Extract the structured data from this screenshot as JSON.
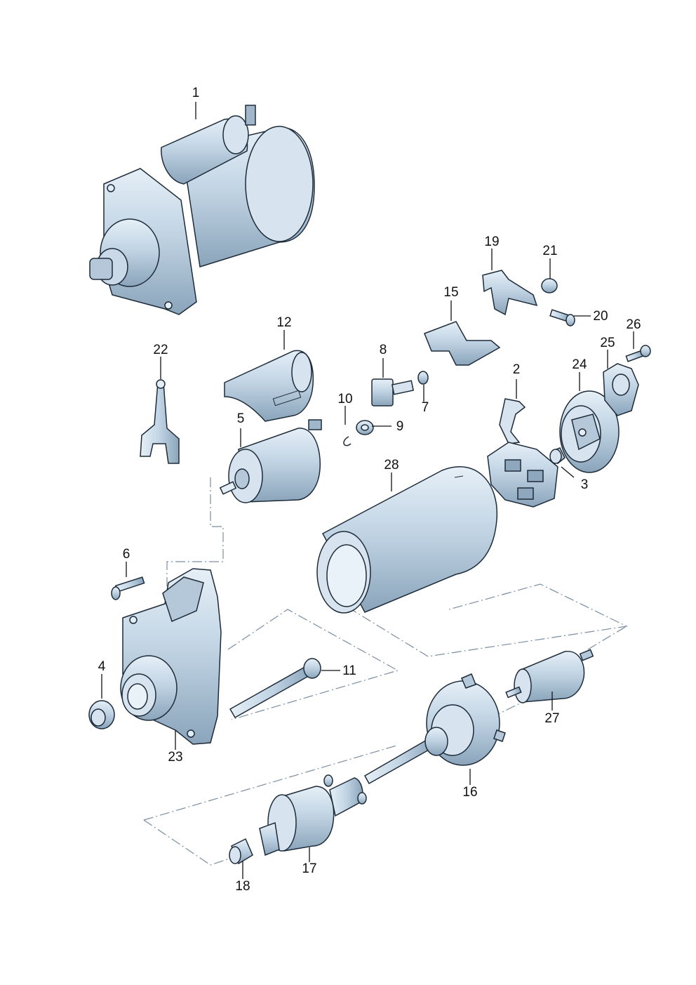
{
  "diagram": {
    "colors": {
      "part_fill": "#c3d5e5",
      "part_light": "#e3edf6",
      "part_dark": "#8ea7bd",
      "outline": "#1d2b39",
      "guide_line": "#7a8ea2"
    },
    "callouts": [
      {
        "id": "1",
        "label": "1"
      },
      {
        "id": "2",
        "label": "2"
      },
      {
        "id": "3",
        "label": "3"
      },
      {
        "id": "4",
        "label": "4"
      },
      {
        "id": "5",
        "label": "5"
      },
      {
        "id": "6",
        "label": "6"
      },
      {
        "id": "7",
        "label": "7"
      },
      {
        "id": "8",
        "label": "8"
      },
      {
        "id": "9",
        "label": "9"
      },
      {
        "id": "10",
        "label": "10"
      },
      {
        "id": "11",
        "label": "11"
      },
      {
        "id": "12",
        "label": "12"
      },
      {
        "id": "15",
        "label": "15"
      },
      {
        "id": "16",
        "label": "16"
      },
      {
        "id": "17",
        "label": "17"
      },
      {
        "id": "18",
        "label": "18"
      },
      {
        "id": "19",
        "label": "19"
      },
      {
        "id": "20",
        "label": "20"
      },
      {
        "id": "21",
        "label": "21"
      },
      {
        "id": "22",
        "label": "22"
      },
      {
        "id": "23",
        "label": "23"
      },
      {
        "id": "24",
        "label": "24"
      },
      {
        "id": "25",
        "label": "25"
      },
      {
        "id": "26",
        "label": "26"
      },
      {
        "id": "27",
        "label": "27"
      },
      {
        "id": "28",
        "label": "28"
      }
    ]
  }
}
